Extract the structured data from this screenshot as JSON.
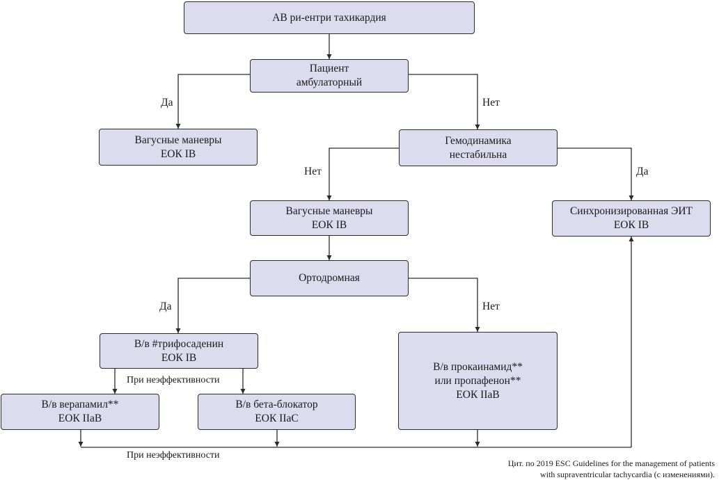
{
  "nodes": {
    "root": "АВ ри-ентри тахикардия",
    "patient": [
      "Пациент",
      "амбулаторный"
    ],
    "vagal_outpatient": [
      "Вагусные маневры",
      "ЕОК IB"
    ],
    "hemodynamics": [
      "Гемодинамика",
      "нестабильна"
    ],
    "vagal_stable": [
      "Вагусные маневры",
      "ЕОК IB"
    ],
    "cardioversion": [
      "Синхронизированная ЭИТ",
      "ЕОК IB"
    ],
    "orthodromic": "Ортодромная",
    "adenosine": [
      "В/в #трифосаденин",
      "ЕОК IB"
    ],
    "procainamide": [
      "В/в прокаинамид**",
      "или пропафенон**",
      "ЕОК IIaB"
    ],
    "verapamil": [
      "В/в верапамил**",
      "ЕОК IIaB"
    ],
    "beta_blocker": [
      "В/в бета-блокатор",
      "ЕОК IIaC"
    ]
  },
  "labels": {
    "yes": "Да",
    "no": "Нет",
    "if_ineffective": "При неэффективности"
  },
  "citation": [
    "Цит. по 2019 ESC Guidelines for the management of patients",
    "with supraventricular tachycardia (с изменениями)."
  ],
  "colors": {
    "node_fill": "#dcdcef",
    "line": "#2a2a2a"
  }
}
